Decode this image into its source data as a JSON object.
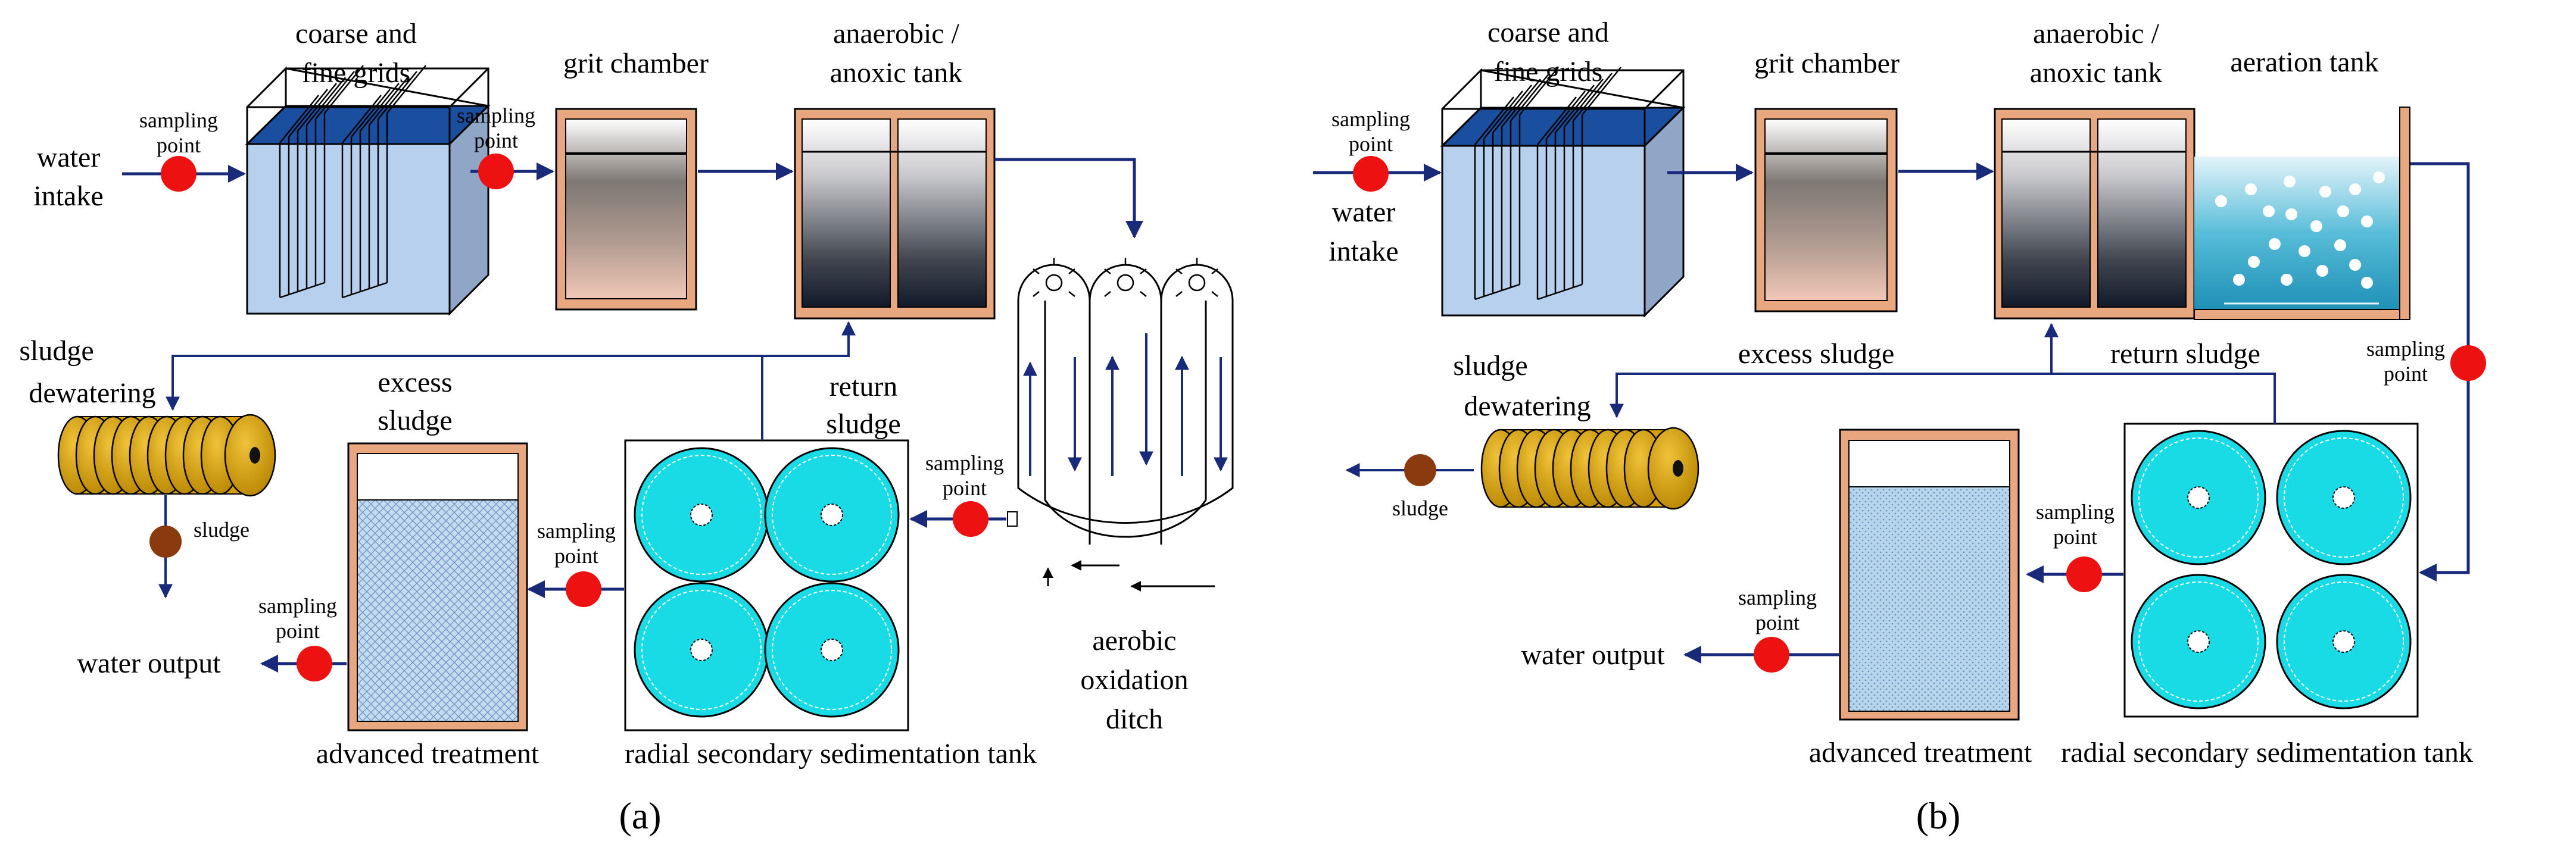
{
  "panel_a": {
    "caption": "(a)",
    "labels": {
      "water_intake_1": "water",
      "water_intake_2": "intake",
      "sampling_point_1": "sampling",
      "sampling_point_2": "point",
      "grids_1": "coarse and",
      "grids_2": "fine grids",
      "grit_chamber": "grit chamber",
      "anaerobic_1": "anaerobic /",
      "anaerobic_2": "anoxic tank",
      "sludge_dewatering_1": "sludge",
      "sludge_dewatering_2": "dewatering",
      "excess_sludge_1": "excess",
      "excess_sludge_2": "sludge",
      "return_sludge_1": "return",
      "return_sludge_2": "sludge",
      "sludge": "sludge",
      "water_output": "water output",
      "advanced_treatment": "advanced treatment",
      "radial_tank": "radial secondary sedimentation tank",
      "ditch_1": "aerobic",
      "ditch_2": "oxidation",
      "ditch_3": "ditch"
    }
  },
  "panel_b": {
    "caption": "(b)",
    "labels": {
      "water_intake_1": "water",
      "water_intake_2": "intake",
      "sampling_point_1": "sampling",
      "sampling_point_2": "point",
      "grids_1": "coarse and",
      "grids_2": "fine grids",
      "grit_chamber": "grit chamber",
      "anaerobic_1": "anaerobic /",
      "anaerobic_2": "anoxic tank",
      "aeration_tank": "aeration tank",
      "sludge_dewatering_1": "sludge",
      "sludge_dewatering_2": "dewatering",
      "excess_sludge": "excess sludge",
      "return_sludge": "return sludge",
      "sludge": "sludge",
      "water_output": "water output",
      "advanced_treatment": "advanced treatment",
      "radial_tank": "radial secondary sedimentation tank"
    }
  },
  "colors": {
    "flow_line": "#1a2a7a",
    "sampling_point": "#ee1111",
    "sludge_dot": "#8b3a10",
    "tank_frame": "#e9a77f",
    "clarifier": "#19dbe6",
    "roller": "#d6a100",
    "grid_water": "#1a4fa0",
    "aeration_water": "#28a7c9"
  }
}
